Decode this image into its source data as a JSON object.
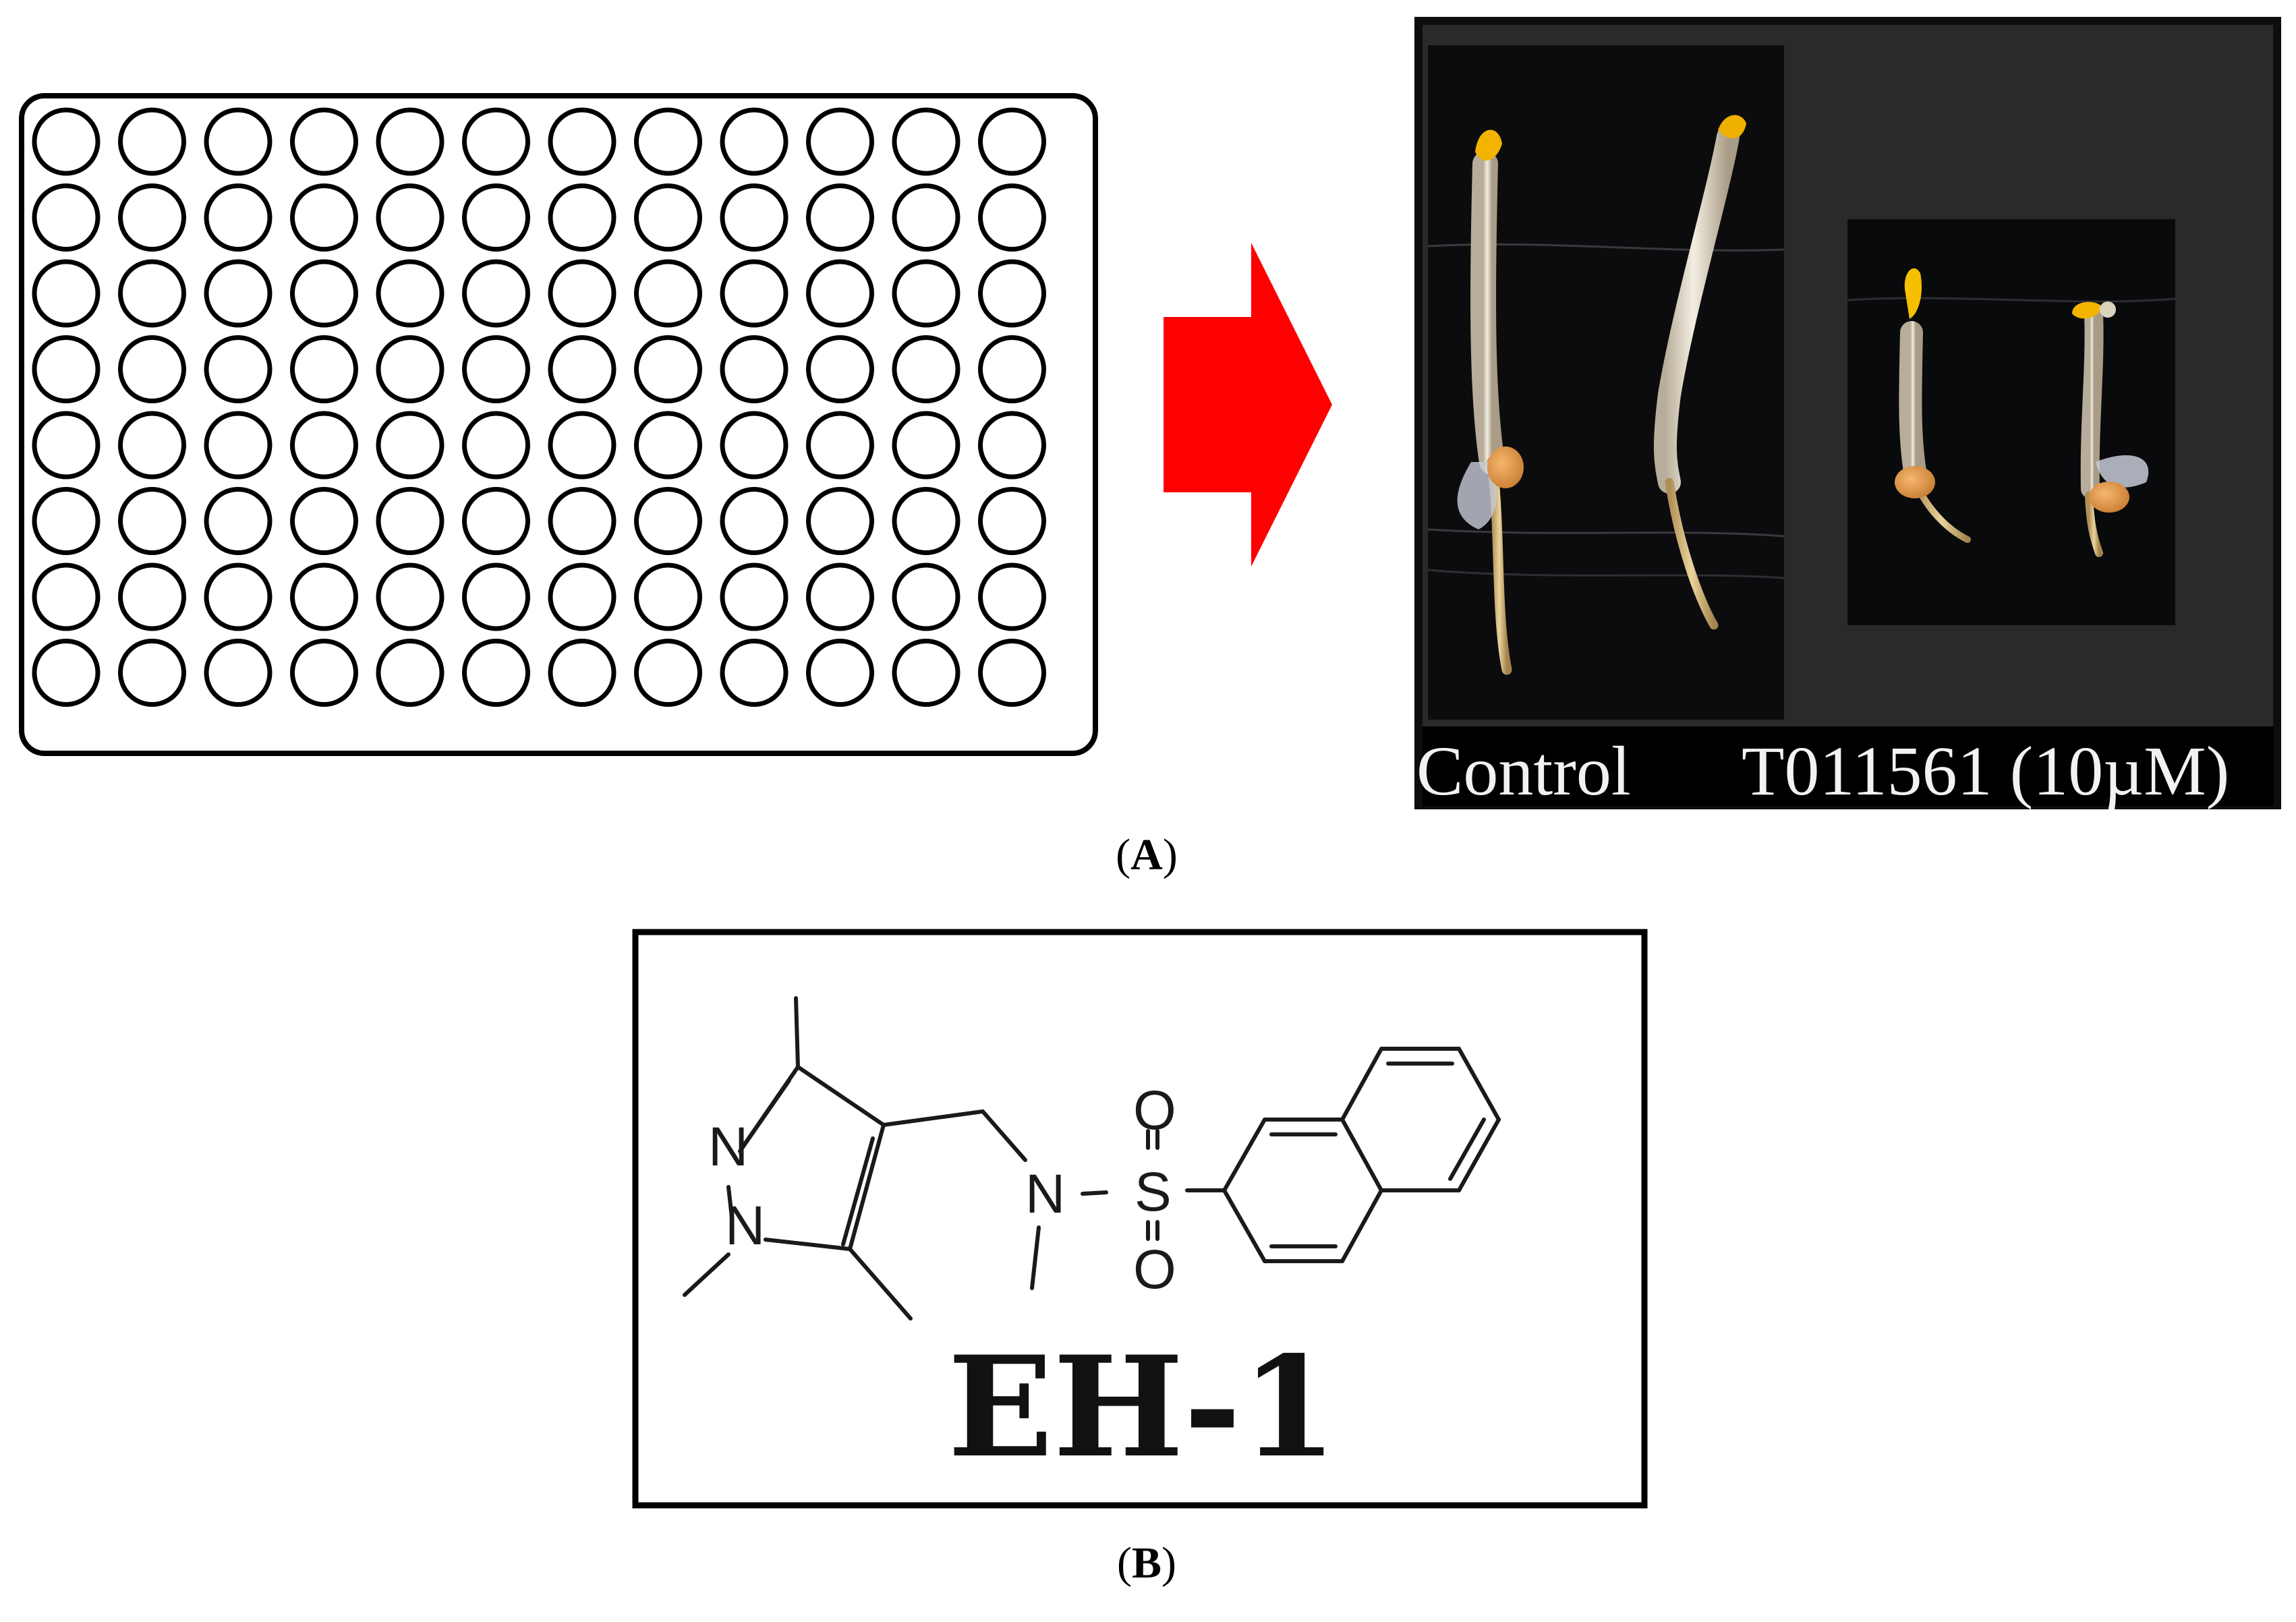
{
  "panel_a": {
    "caption_letter": "A",
    "plate": {
      "rows": 8,
      "columns": 12
    },
    "arrow_color": "#ff0000",
    "photo": {
      "labels": {
        "control": "Control",
        "treated": "T011561 (10µM)"
      }
    }
  },
  "panel_b": {
    "caption_letter": "B",
    "compound_name": "EH-1",
    "atoms": {
      "n1": "N",
      "n2": "N",
      "n3": "N",
      "s": "S",
      "o1": "O",
      "o2": "O"
    }
  }
}
